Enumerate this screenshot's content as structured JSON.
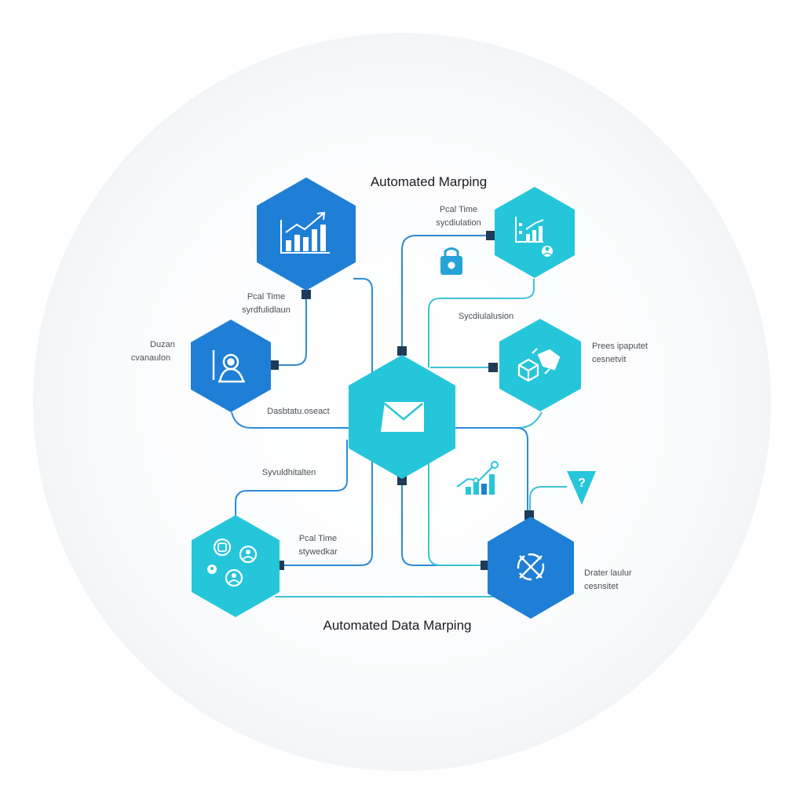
{
  "title_top": "Automated Marping",
  "title_bottom": "Automated Data Marping",
  "colors": {
    "blue": "#1f7fd6",
    "cyan": "#26c6da",
    "line_blue": "#2f8ad6",
    "line_cyan": "#3fc3d6",
    "connector": "#1e3a56",
    "label": "#4a4f57"
  },
  "labels": {
    "realtime_top_1": "Pcal Time",
    "realtime_top_2": "sycdiulation",
    "realtime_left_1": "Pcal Time",
    "realtime_left_2": "syrdfulidlaun",
    "dusan_1": "Duzan",
    "dusan_2": "cvanaulon",
    "sycdiulation_mid": "Sycdiulalusion",
    "dashboard": "Dasbtatu.oseact",
    "synchronisation": "Syvuldhitalten",
    "realtime_bottom_1": "Pcal Time",
    "realtime_bottom_2": "stywedkar",
    "process_1": "Prees ipaputet",
    "process_2": "cesnetvit",
    "drafter_1": "Drater laulur",
    "drafter_2": "cesnsitet"
  },
  "nodes": [
    {
      "id": "analytics",
      "icon": "bar-chart-up-icon",
      "color": "blue"
    },
    {
      "id": "user-search",
      "icon": "user-search-icon",
      "color": "blue"
    },
    {
      "id": "hub",
      "icon": "envelope-icon",
      "color": "cyan"
    },
    {
      "id": "dashboard-small",
      "icon": "chart-users-icon",
      "color": "cyan"
    },
    {
      "id": "exchange",
      "icon": "cube-exchange-icon",
      "color": "cyan"
    },
    {
      "id": "team",
      "icon": "people-cluster-icon",
      "color": "cyan"
    },
    {
      "id": "tools",
      "icon": "crossed-tools-icon",
      "color": "blue"
    }
  ],
  "floating_icons": [
    "lock-icon",
    "mini-chart-icon",
    "question-pin-icon"
  ]
}
